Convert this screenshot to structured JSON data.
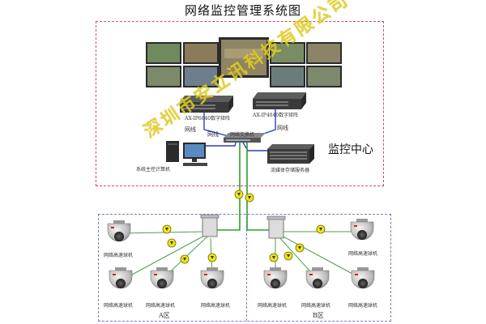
{
  "title": "网络监控管理系统图",
  "center": {
    "label": "监控中心",
    "nvr_left_label": "AX-IP6640数字矩阵",
    "nvr_right_label": "AX-IP4040数字矩阵",
    "cable_label": "网线",
    "switch_label": "网络交换机",
    "pc_label": "系统主控计算机",
    "storage_label": "流媒体存储服务器"
  },
  "zones": {
    "a": {
      "label": "A区"
    },
    "b": {
      "label": "B区"
    },
    "camera_label": "网络高速球机"
  },
  "watermark": "深圳市安立讯科技有限公司",
  "colors": {
    "center_border": "#d9476b",
    "zone_border": "#6f7fc9",
    "fiber": "#2e9e2e",
    "network_cable": "#2b3fc4",
    "surge": "#f2e418",
    "camera_tag": "#d42020"
  }
}
